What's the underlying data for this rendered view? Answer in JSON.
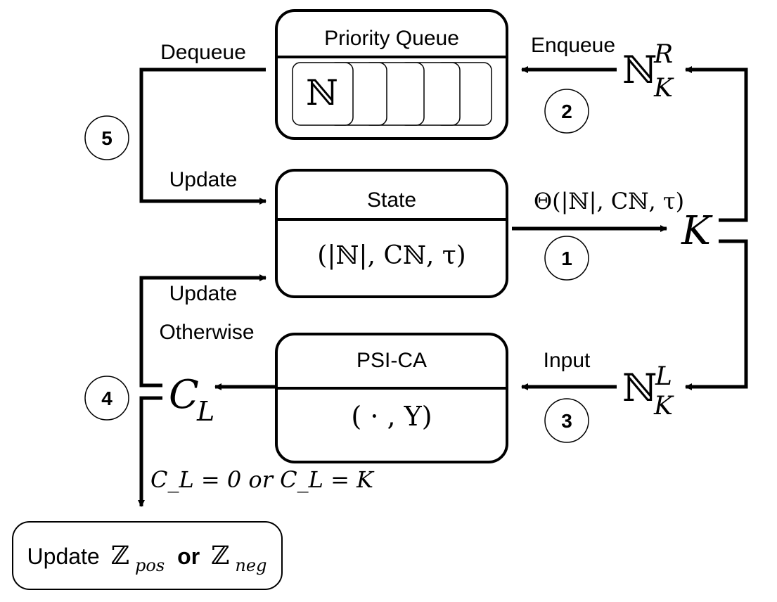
{
  "priority_queue": {
    "title": "Priority Queue",
    "slot_symbol": "ℕ"
  },
  "state": {
    "title": "State",
    "content": "(|ℕ|, Cℕ, τ)"
  },
  "psi_ca": {
    "title": "PSI-CA",
    "content": "( · , Y)"
  },
  "update_result": {
    "word_update": "Update",
    "z_pos": "ℤ",
    "pos_sub": "pos",
    "word_or": "or",
    "z_neg": "ℤ",
    "neg_sub": "neg"
  },
  "labels": {
    "dequeue": "Dequeue",
    "enqueue": "Enqueue",
    "update_top": "Update",
    "update_bottom": "Update",
    "otherwise": "Otherwise",
    "input": "Input",
    "theta": "Θ(|ℕ|, Cℕ, τ)",
    "condition": "C_L = 0 or C_L = K"
  },
  "nodes": {
    "K": "K",
    "N_R": {
      "base": "ℕ",
      "sup": "R",
      "sub": "K"
    },
    "N_L": {
      "base": "ℕ",
      "sup": "L",
      "sub": "K"
    },
    "C_L": {
      "base": "C",
      "sub": "L"
    }
  },
  "steps": [
    "1",
    "2",
    "3",
    "4",
    "5"
  ]
}
